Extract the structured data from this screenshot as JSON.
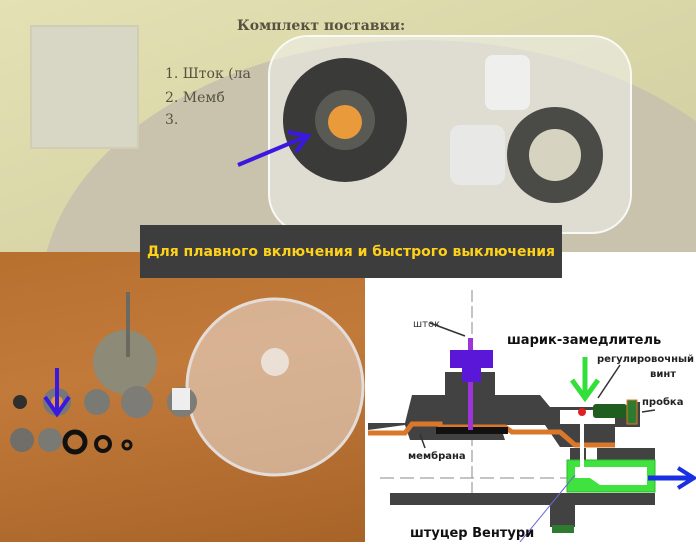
{
  "top_photo": {
    "sheet_title": "Комплект поставки:",
    "sheet_items": [
      "1. Шток (ла",
      "2. Мемб",
      "3. "
    ]
  },
  "banner": {
    "text": "Для плавного включения и быстрого выключения"
  },
  "diagram": {
    "labels": {
      "rod": "шток",
      "ball": "шарик-замедлитель",
      "screw_line1": "регулировочный",
      "screw_line2": "винт",
      "plug": "пробка",
      "membrane": "мембрана",
      "venturi": "штуцер Вентури"
    }
  },
  "colors": {
    "arrow": "#3a18e0",
    "banner_text": "#ffd21a",
    "green": "#33e03a",
    "purple": "#5a17d8",
    "membrane": "#d9782a"
  }
}
